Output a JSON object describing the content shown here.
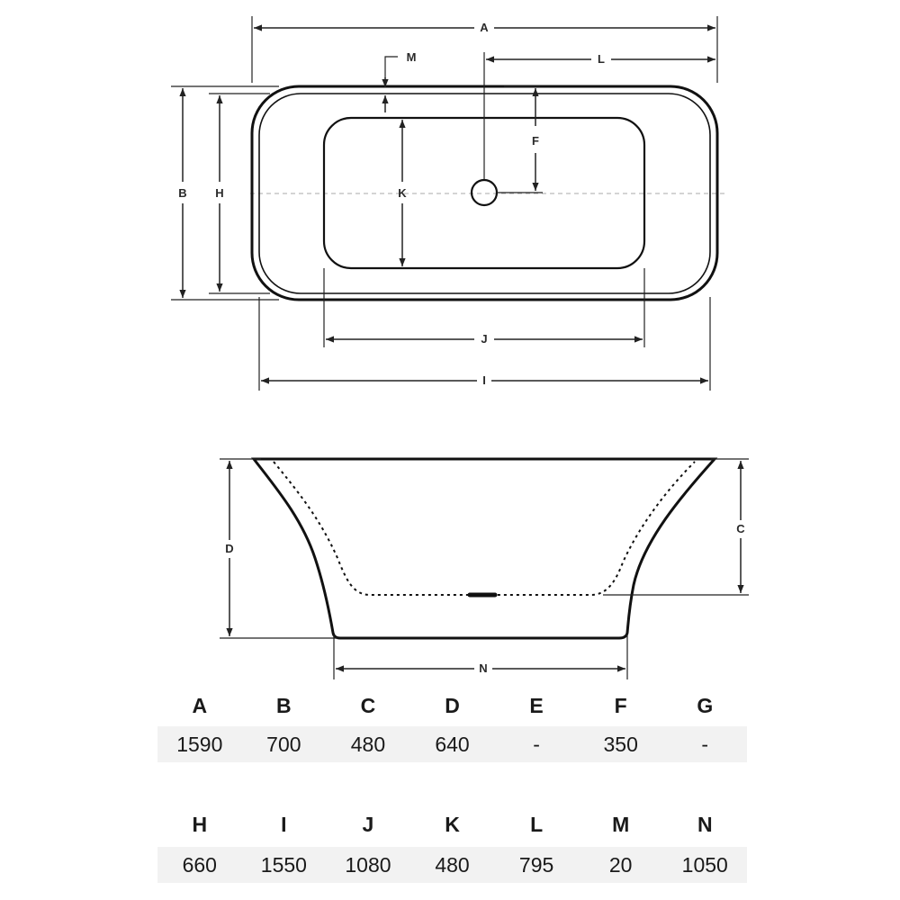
{
  "dimension_labels": {
    "A": "A",
    "B": "B",
    "C": "C",
    "D": "D",
    "F": "F",
    "H": "H",
    "I": "I",
    "J": "J",
    "K": "K",
    "L": "L",
    "M": "M",
    "N": "N"
  },
  "table": {
    "row1": {
      "headers": [
        "A",
        "B",
        "C",
        "D",
        "E",
        "F",
        "G"
      ],
      "values": [
        "1590",
        "700",
        "480",
        "640",
        "-",
        "350",
        "-"
      ]
    },
    "row2": {
      "headers": [
        "H",
        "I",
        "J",
        "K",
        "L",
        "M",
        "N"
      ],
      "values": [
        "660",
        "1550",
        "1080",
        "480",
        "795",
        "20",
        "1050"
      ]
    }
  }
}
